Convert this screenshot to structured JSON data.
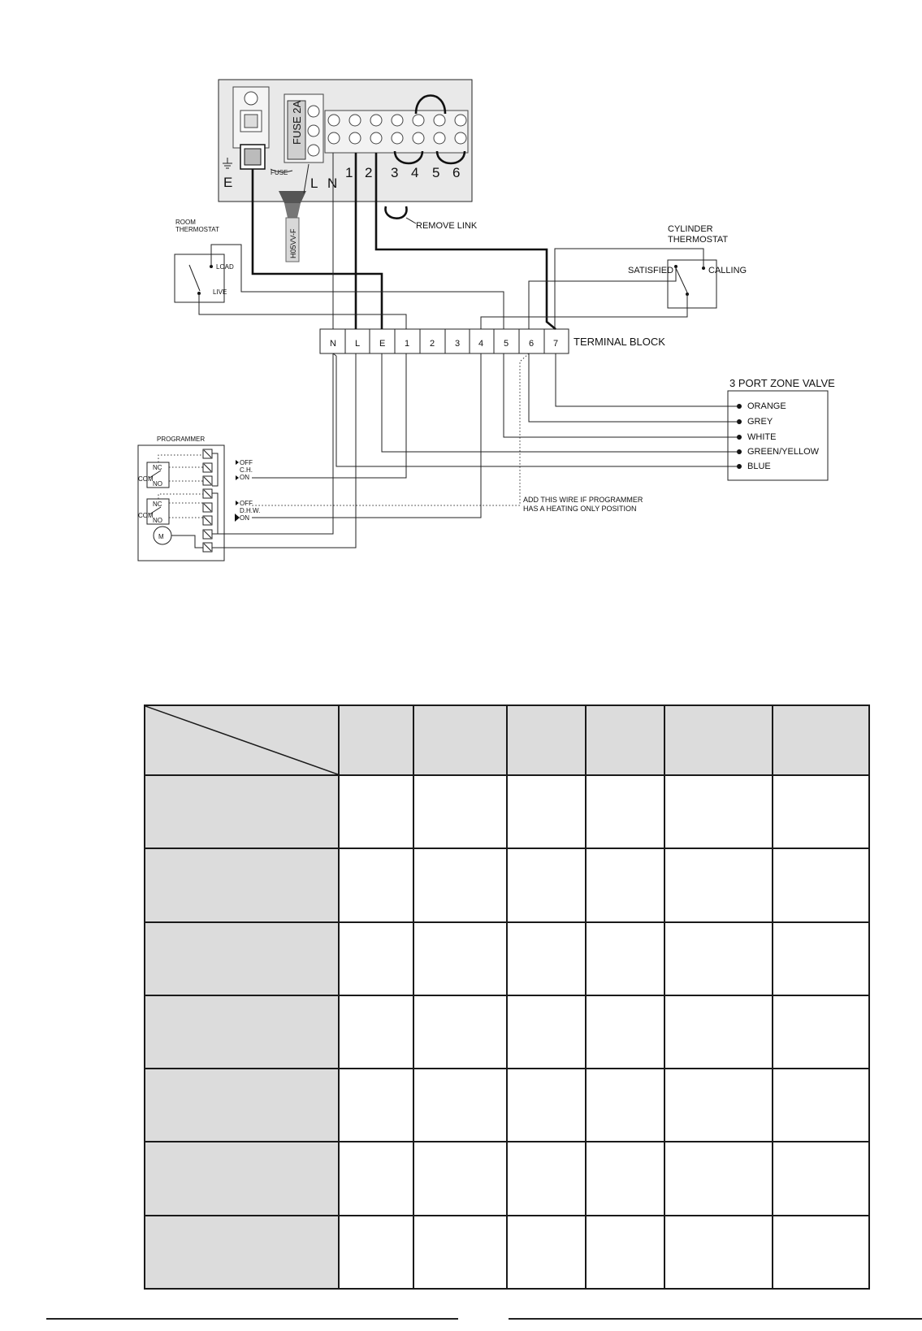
{
  "wiring": {
    "appliance": {
      "fuse_label": "FUSE 2A",
      "fuse_caption": "FUSE",
      "cable_label": "H05VV-F",
      "earth_label": "E",
      "live_label": "L",
      "neutral_label": "N",
      "strip_numbers": [
        "1",
        "2",
        "3",
        "4",
        "5",
        "6"
      ],
      "remove_link": "REMOVE LINK"
    },
    "room_thermostat": {
      "title_line1": "ROOM",
      "title_line2": "THERMOSTAT",
      "load": "LOAD",
      "live": "LIVE"
    },
    "cylinder_thermostat": {
      "title_line1": "CYLINDER",
      "title_line2": "THERMOSTAT",
      "satisfied": "SATISFIED",
      "calling": "CALLING"
    },
    "terminal_block": {
      "title": "TERMINAL BLOCK",
      "terminals": [
        "N",
        "L",
        "E",
        "1",
        "2",
        "3",
        "4",
        "5",
        "6",
        "7"
      ]
    },
    "zone_valve": {
      "title": "3 PORT ZONE VALVE",
      "wires": [
        "ORANGE",
        "GREY",
        "WHITE",
        "GREEN/YELLOW",
        "BLUE"
      ]
    },
    "programmer": {
      "title": "PROGRAMMER",
      "nc": "NC",
      "no": "NO",
      "com": "COM",
      "off": "OFF",
      "on": "ON",
      "ch": "C.H.",
      "dhw": "D.H.W.",
      "motor": "M"
    },
    "note_line1": "ADD THIS WIRE IF PROGRAMMER",
    "note_line2": "HAS A HEATING ONLY POSITION"
  },
  "table": {
    "rows": 7,
    "columns": 6
  }
}
